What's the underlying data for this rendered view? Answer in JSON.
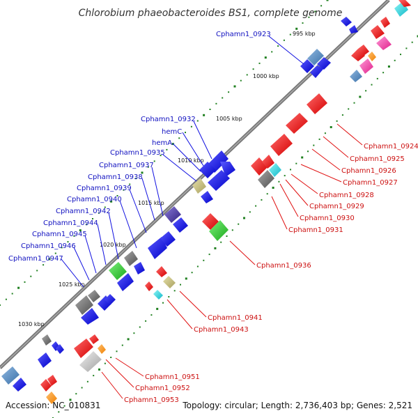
{
  "title": "Chlorobium phaeobacteroides BS1, complete genome",
  "footer": {
    "accession": "Accession: NC_010831",
    "topology": "Topology: circular; Length: 2,736,403 bp; Genes: 2,521"
  },
  "kbp_marks": [
    "995 kbp",
    "1000 kbp",
    "1005 kbp",
    "1010 kbp",
    "1015 kbp",
    "1020 kbp",
    "1025 kbp",
    "1030 kbp"
  ],
  "labels_blue": [
    "Cphamn1_0923",
    "Cphamn1_0932",
    "hemC",
    "hemA",
    "Cphamn1_0935",
    "Cphamn1_0937",
    "Cphamn1_0938",
    "Cphamn1_0939",
    "Cphamn1_0940",
    "Cphamn1_0942",
    "Cphamn1_0944",
    "Cphamn1_0945",
    "Cphamn1_0946",
    "Cphamn1_0947"
  ],
  "labels_red": [
    "Cphamn1_0924",
    "Cphamn1_0925",
    "Cphamn1_0926",
    "Cphamn1_0927",
    "Cphamn1_0928",
    "Cphamn1_0929",
    "Cphamn1_0930",
    "Cphamn1_0931",
    "Cphamn1_0936",
    "Cphamn1_0941",
    "Cphamn1_0943",
    "Cphamn1_0951",
    "Cphamn1_0952",
    "Cphamn1_0953"
  ],
  "colors": {
    "backbone": "#777777",
    "forward_gene": "#1010e0",
    "reverse_gene": "#e01010",
    "tick": "#208020",
    "label_blue": "#1010c0",
    "label_red": "#cc1010"
  }
}
